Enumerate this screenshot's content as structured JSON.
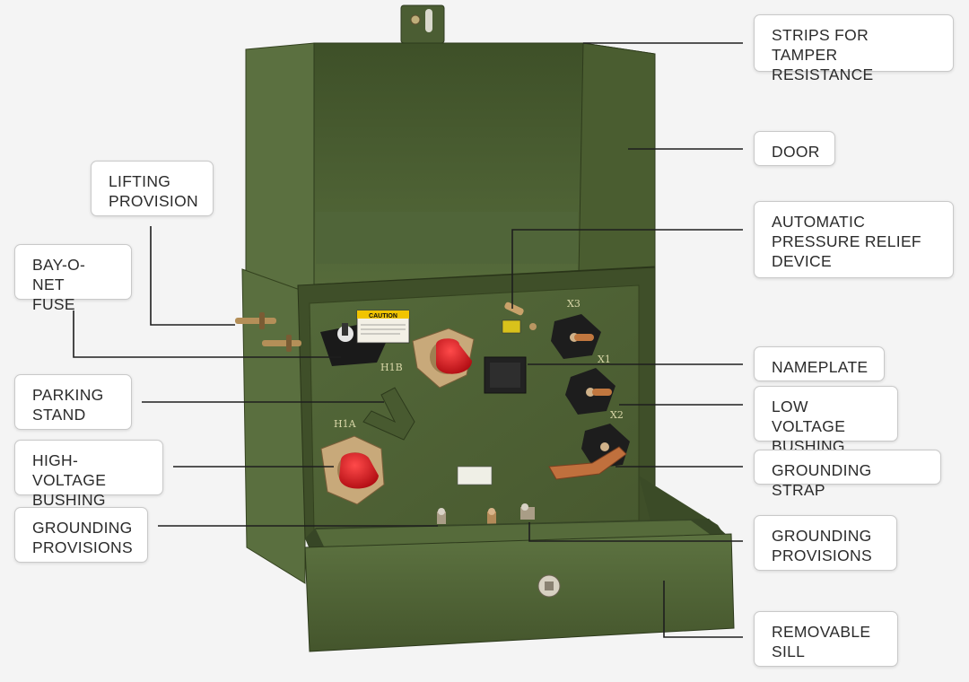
{
  "labels": {
    "strips": "STRIPS FOR TAMPER\nRESISTANCE",
    "door": "DOOR",
    "lifting": "LIFTING\nPROVISION",
    "pressure_relief": "AUTOMATIC\nPRESSURE RELIEF\nDEVICE",
    "bay_o_net": "BAY-O-NET\nFUSE",
    "nameplate": "NAMEPLATE",
    "parking_stand": "PARKING\nSTAND",
    "low_voltage": "LOW VOLTAGE\nBUSHING",
    "high_voltage": "HIGH-VOLTAGE\nBUSHING",
    "grounding_strap": "GROUNDING STRAP",
    "grounding_left": "GROUNDING\nPROVISIONS",
    "grounding_right": "GROUNDING\nPROVISIONS",
    "sill": "REMOVABLE\nSILL"
  },
  "panel_marks": {
    "caution": "CAUTION",
    "h1b": "H1B",
    "h1a": "H1A",
    "x3": "X3",
    "x1": "X1",
    "x2": "X2"
  },
  "colors": {
    "cabinet": "#4f6236",
    "cabinet_dark": "#3b4b27",
    "cabinet_light": "#647a45",
    "bushing_red": "#d8141c",
    "copper": "#b7653a",
    "leader": "#1e1e1e"
  }
}
